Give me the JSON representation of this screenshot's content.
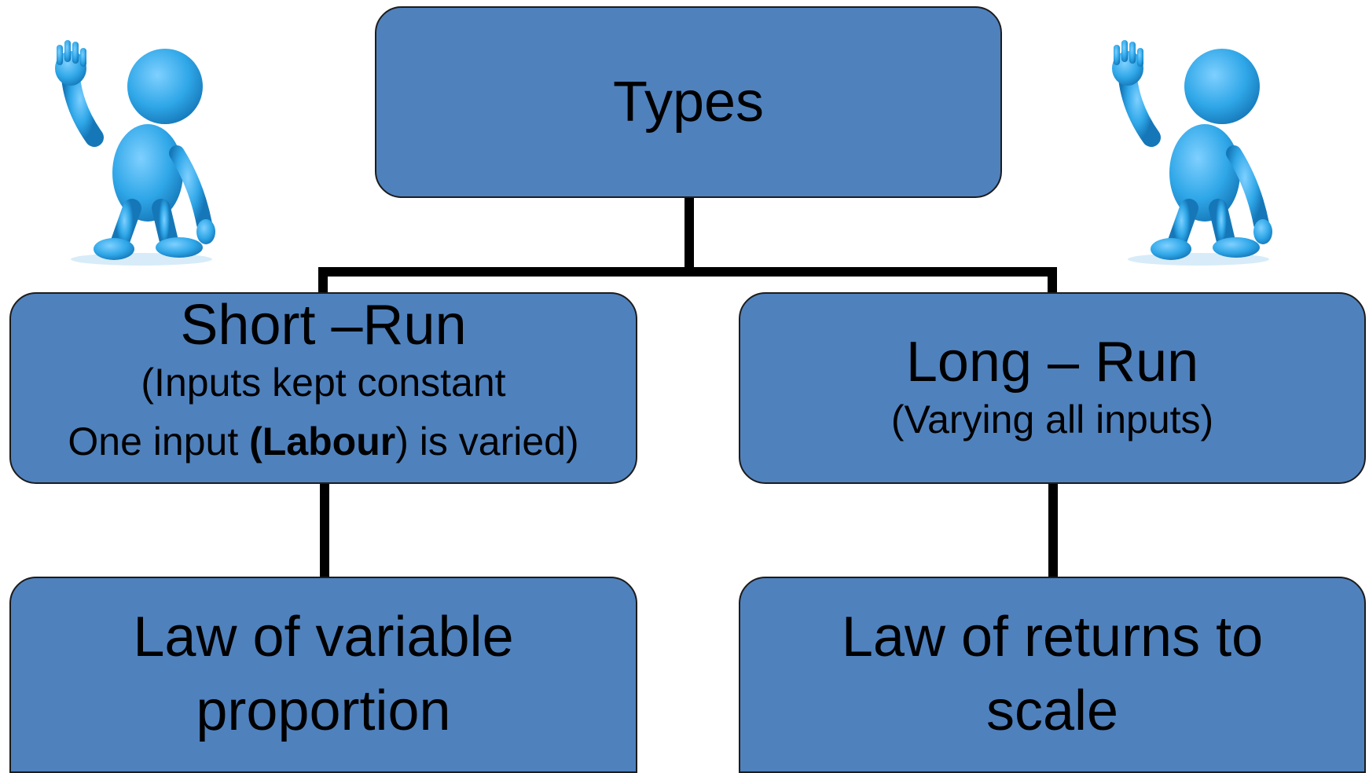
{
  "colors": {
    "box_fill": "#4f81bd",
    "box_border": "#1c1c1c",
    "connector": "#000000",
    "figure": "#2fa7e8"
  },
  "root": {
    "label": "Types"
  },
  "short_run": {
    "title": "Short –Run",
    "line1": "(Inputs kept constant",
    "line2_pre": "One input ",
    "line2_bold": "(Labour",
    "line2_post": ") is varied)"
  },
  "long_run": {
    "title": "Long – Run",
    "subtitle": "(Varying all inputs)"
  },
  "law_variable": {
    "line1": "Law of variable",
    "line2": "proportion"
  },
  "law_returns": {
    "line1": "Law of returns to",
    "line2": "scale"
  },
  "decorations": {
    "left_figure": "waving-person-icon",
    "right_figure": "waving-person-icon"
  }
}
